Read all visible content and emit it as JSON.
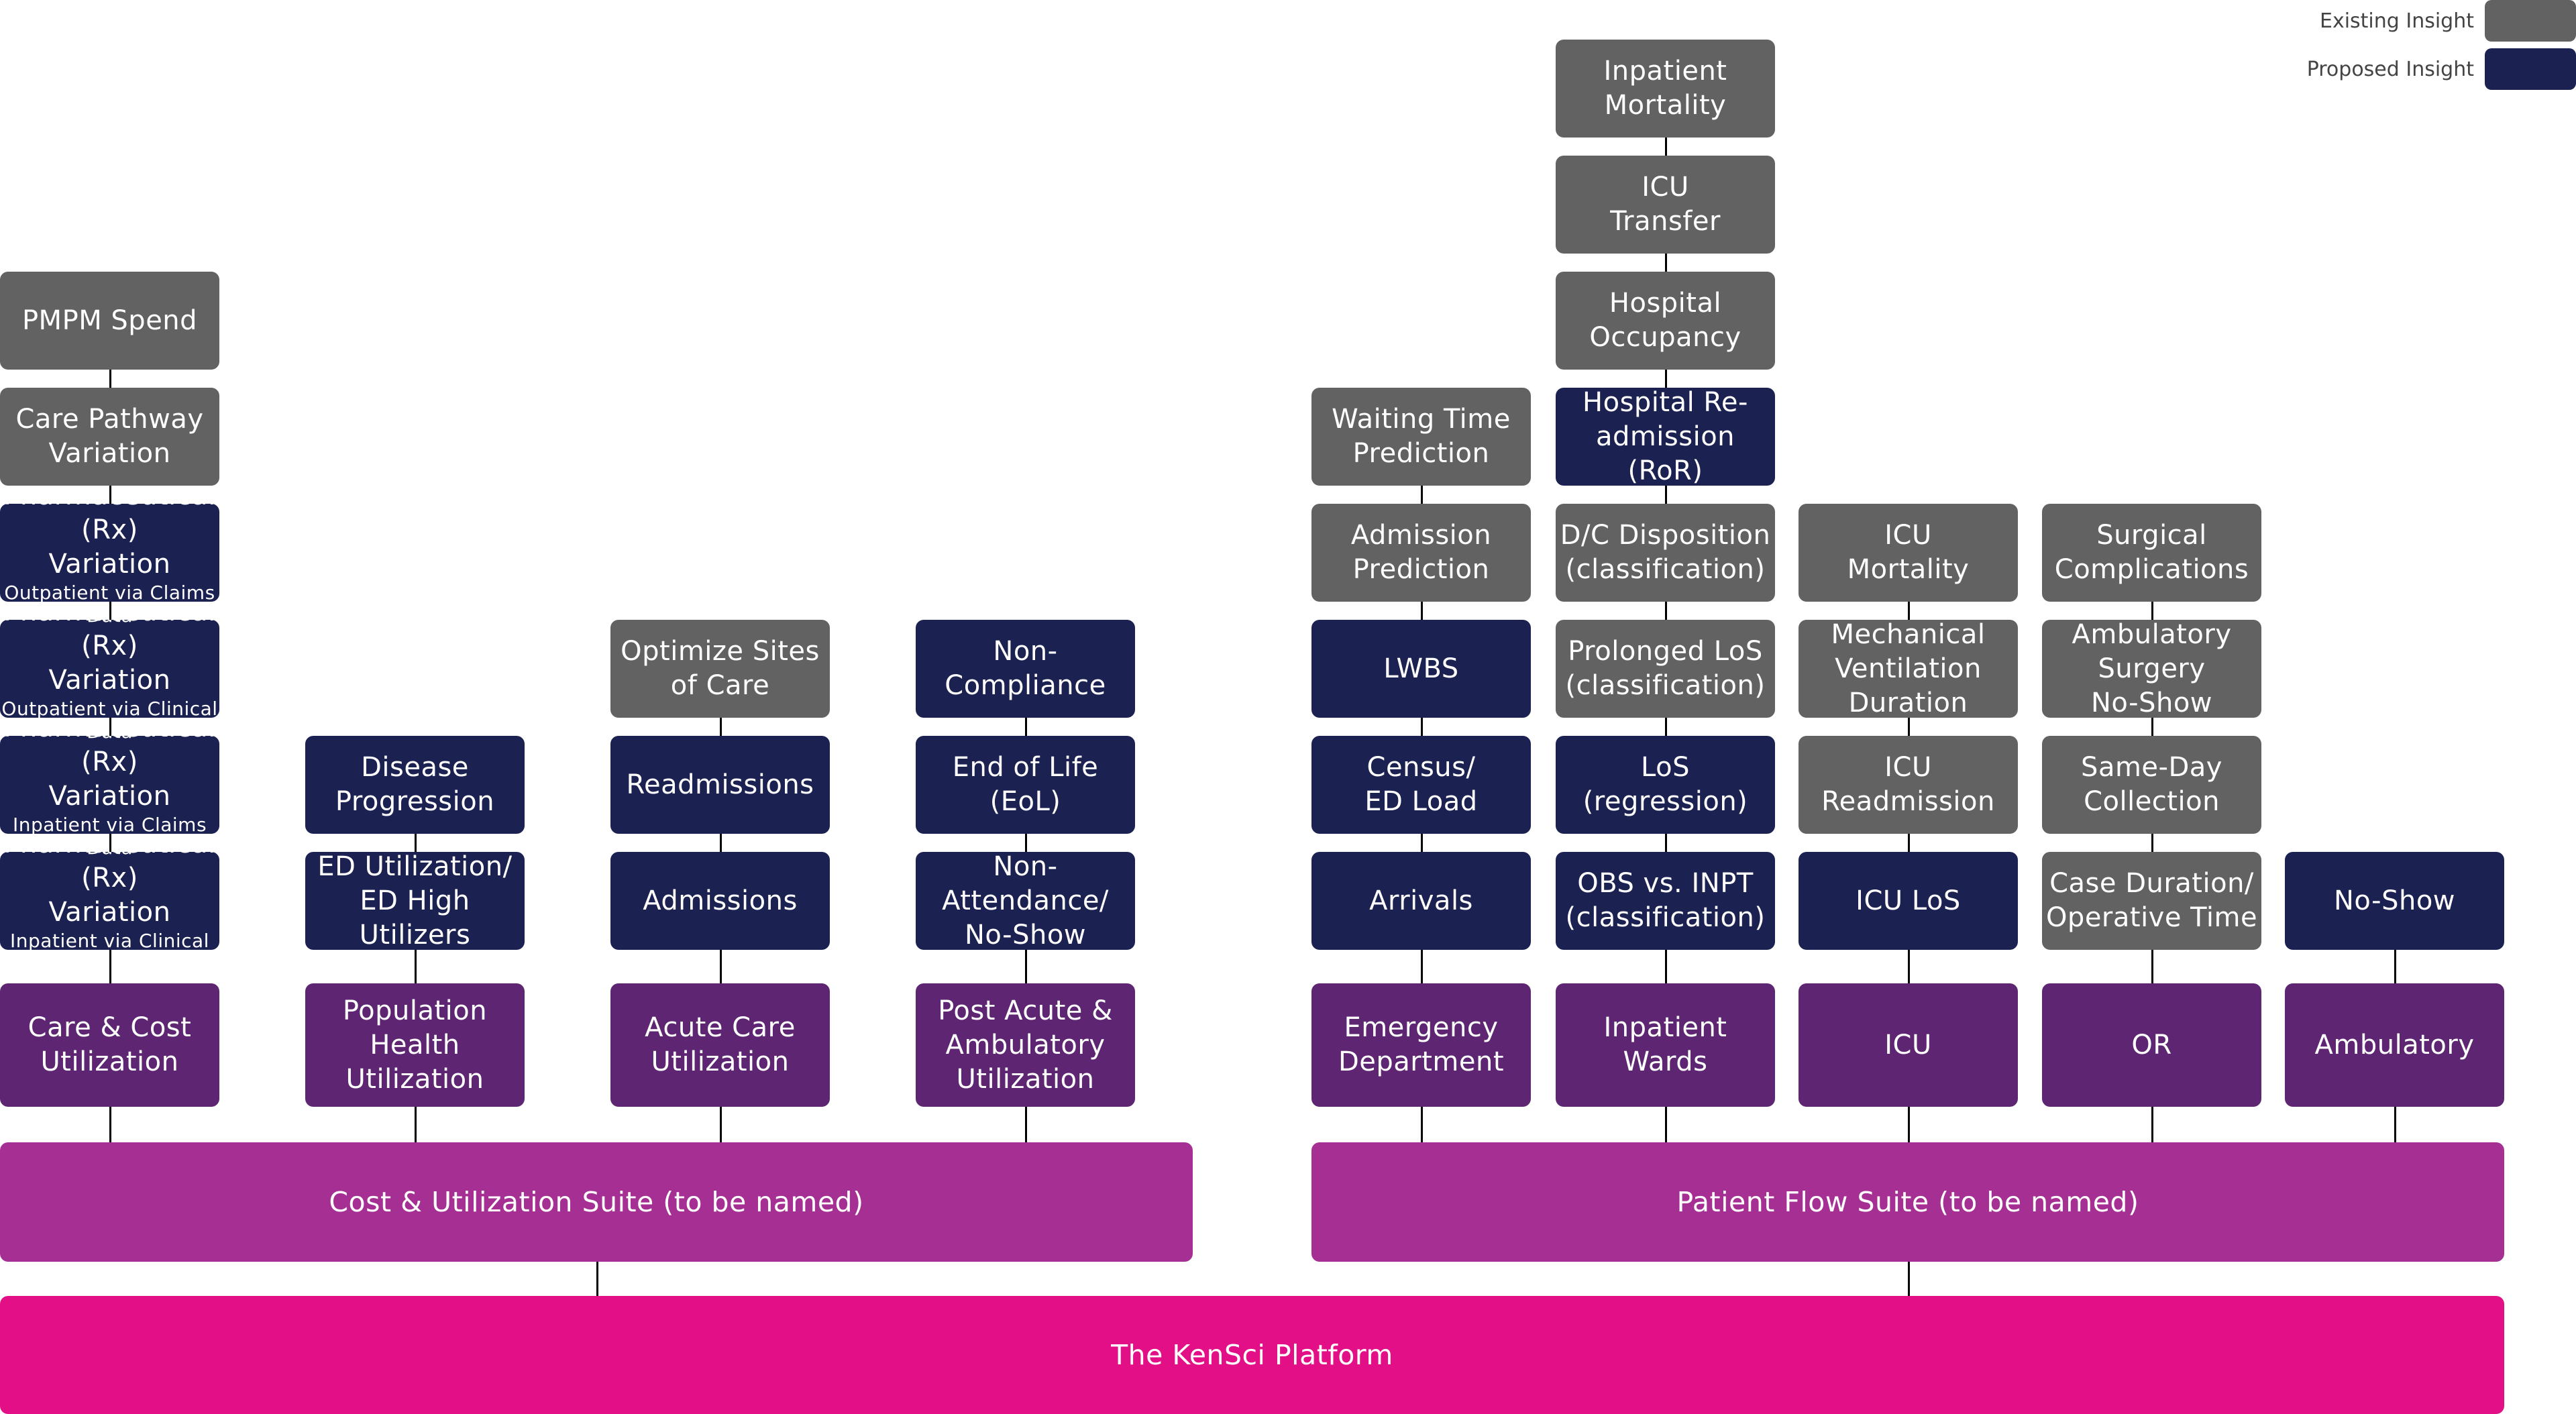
{
  "legend": {
    "existing": {
      "label": "Existing Insight",
      "color": "#626262"
    },
    "proposed": {
      "label": "Proposed Insight",
      "color": "#1b2150"
    }
  },
  "colors": {
    "existing": "#626262",
    "proposed": "#1b2150",
    "area": "#5e2672",
    "suite": "#a52f92",
    "platform": "#e30f86"
  },
  "platform": {
    "label": "The KenSci Platform"
  },
  "suites": {
    "cost": {
      "label": "Cost & Utilization Suite (to be named)"
    },
    "flow": {
      "label": "Patient Flow Suite (to be named)"
    }
  },
  "columns": {
    "care_cost": {
      "area": [
        "Care & Cost",
        "Utilization"
      ],
      "insights": [
        {
          "lines": [
            "Pharmaceutical (Rx)",
            "Variation"
          ],
          "sub": "Inpatient via Clinical Data",
          "status": "proposed"
        },
        {
          "lines": [
            "Pharmaceutical (Rx)",
            "Variation"
          ],
          "sub": "Inpatient via Claims Data",
          "status": "proposed"
        },
        {
          "lines": [
            "Pharmaceutical (Rx)",
            "Variation"
          ],
          "sub": "Outpatient via Clinical Data",
          "status": "proposed"
        },
        {
          "lines": [
            "Pharmaceutical (Rx)",
            "Variation"
          ],
          "sub": "Outpatient via Claims Data",
          "status": "proposed"
        },
        {
          "lines": [
            "Care Pathway",
            "Variation"
          ],
          "status": "existing"
        },
        {
          "lines": [
            "PMPM Spend"
          ],
          "status": "existing"
        }
      ]
    },
    "pop_health": {
      "area": [
        "Population Health",
        "Utilization"
      ],
      "insights": [
        {
          "lines": [
            "ED Utilization/",
            "ED High Utilizers"
          ],
          "status": "proposed"
        },
        {
          "lines": [
            "Disease",
            "Progression"
          ],
          "status": "proposed"
        }
      ]
    },
    "acute_care": {
      "area": [
        "Acute Care",
        "Utilization"
      ],
      "insights": [
        {
          "lines": [
            "Admissions"
          ],
          "status": "proposed"
        },
        {
          "lines": [
            "Readmissions"
          ],
          "status": "proposed"
        },
        {
          "lines": [
            "Optimize Sites",
            "of Care"
          ],
          "status": "existing"
        }
      ]
    },
    "post_acute": {
      "area": [
        "Post Acute &",
        "Ambulatory",
        "Utilization"
      ],
      "insights": [
        {
          "lines": [
            "Non-Attendance/",
            "No-Show"
          ],
          "status": "proposed"
        },
        {
          "lines": [
            "End of Life (EoL)"
          ],
          "status": "proposed"
        },
        {
          "lines": [
            "Non-Compliance"
          ],
          "status": "proposed"
        }
      ]
    },
    "emergency": {
      "area": [
        "Emergency",
        "Department"
      ],
      "insights": [
        {
          "lines": [
            "Arrivals"
          ],
          "status": "proposed"
        },
        {
          "lines": [
            "Census/",
            "ED Load"
          ],
          "status": "proposed"
        },
        {
          "lines": [
            "LWBS"
          ],
          "status": "proposed"
        },
        {
          "lines": [
            "Admission",
            "Prediction"
          ],
          "status": "existing"
        },
        {
          "lines": [
            "Waiting Time",
            "Prediction"
          ],
          "status": "existing"
        }
      ]
    },
    "inpatient": {
      "area": [
        "Inpatient",
        "Wards"
      ],
      "insights": [
        {
          "lines": [
            "OBS vs. INPT",
            "(classification)"
          ],
          "status": "proposed"
        },
        {
          "lines": [
            "LoS",
            "(regression)"
          ],
          "status": "proposed"
        },
        {
          "lines": [
            "Prolonged LoS",
            "(classification)"
          ],
          "status": "existing"
        },
        {
          "lines": [
            "D/C Disposition",
            "(classification)"
          ],
          "status": "existing"
        },
        {
          "lines": [
            "Hospital Re-",
            "admission (RoR)"
          ],
          "status": "proposed"
        },
        {
          "lines": [
            "Hospital",
            "Occupancy"
          ],
          "status": "existing"
        },
        {
          "lines": [
            "ICU",
            "Transfer"
          ],
          "status": "existing"
        },
        {
          "lines": [
            "Inpatient",
            "Mortality"
          ],
          "status": "existing"
        }
      ]
    },
    "icu": {
      "area": [
        "ICU"
      ],
      "insights": [
        {
          "lines": [
            "ICU LoS"
          ],
          "status": "proposed"
        },
        {
          "lines": [
            "ICU",
            "Readmission"
          ],
          "status": "existing"
        },
        {
          "lines": [
            "Mechanical",
            "Ventilation",
            "Duration"
          ],
          "status": "existing"
        },
        {
          "lines": [
            "ICU",
            "Mortality"
          ],
          "status": "existing"
        }
      ]
    },
    "or": {
      "area": [
        "OR"
      ],
      "insights": [
        {
          "lines": [
            "Case Duration/",
            "Operative Time"
          ],
          "status": "existing"
        },
        {
          "lines": [
            "Same-Day",
            "Collection"
          ],
          "status": "existing"
        },
        {
          "lines": [
            "Ambulatory",
            "Surgery",
            "No-Show"
          ],
          "status": "existing"
        },
        {
          "lines": [
            "Surgical",
            "Complications"
          ],
          "status": "existing"
        }
      ]
    },
    "ambulatory": {
      "area": [
        "Ambulatory"
      ],
      "insights": [
        {
          "lines": [
            "No-Show"
          ],
          "status": "proposed"
        }
      ]
    }
  }
}
